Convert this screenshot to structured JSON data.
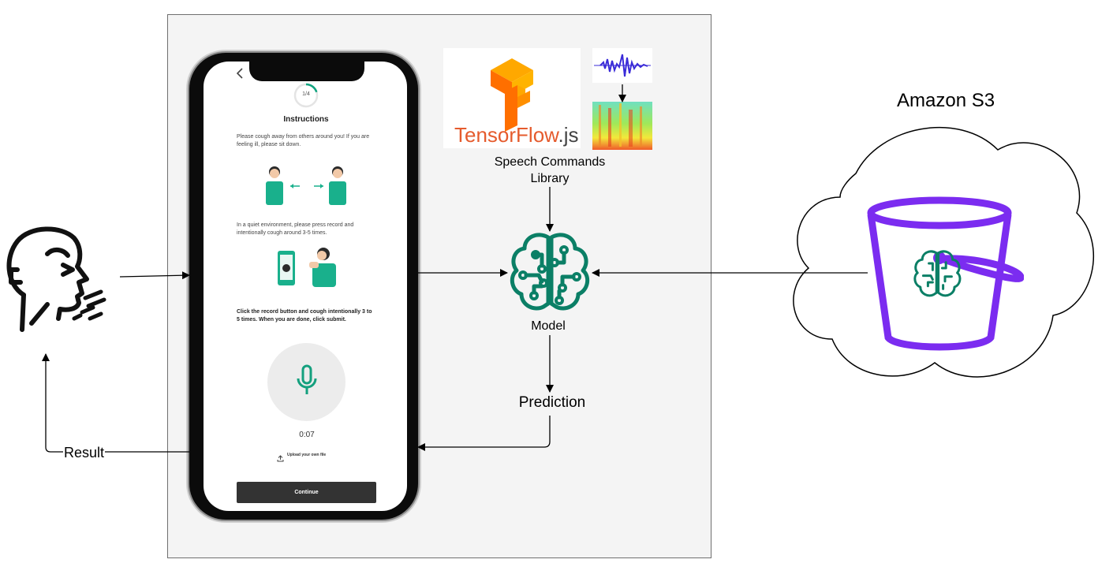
{
  "phone_screen": {
    "step_indicator": "1/4",
    "title": "Instructions",
    "instruction_1": "Please cough away from others around you! If you are feeling ill, please sit down.",
    "instruction_2": "In a quiet environment, please press record and intentionally cough around 3-5 times.",
    "instruction_3": "Click the record button and cough intentionally 3 to 5 times. When you are done, click submit.",
    "timer": "0:07",
    "upload_link": "Upload your own file",
    "continue_button": "Continue"
  },
  "tensorflow_logo": {
    "text_main": "TensorFlow",
    "text_suffix": ".js"
  },
  "labels": {
    "speech_commands_line1": "Speech Commands",
    "speech_commands_line2": "Library",
    "model": "Model",
    "prediction": "Prediction",
    "result": "Result",
    "amazon_s3": "Amazon S3"
  },
  "icons": {
    "person": "person-coughing-icon",
    "brain": "ml-brain-icon",
    "bucket": "s3-bucket-icon",
    "waveform": "audio-waveform-icon",
    "spectrogram": "spectrogram-icon",
    "microphone": "microphone-icon",
    "upload": "upload-icon",
    "back": "back-chevron-icon"
  },
  "colors": {
    "teal": "#0b7f66",
    "purple": "#7b2cf0",
    "tf_orange": "#ff8f00",
    "tf_text": "#e55b2d",
    "arrow": "#000000"
  }
}
